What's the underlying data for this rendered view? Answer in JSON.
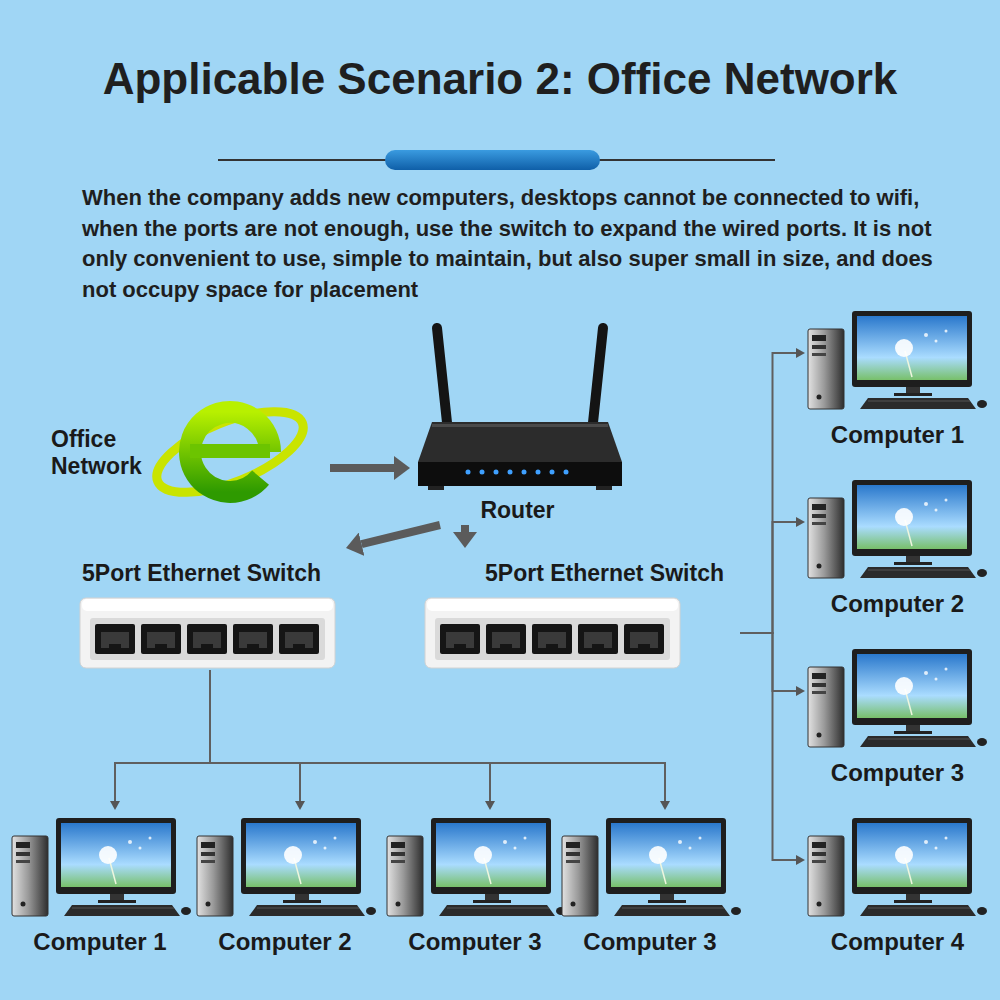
{
  "diagram": {
    "title": "Applicable Scenario 2: Office Network",
    "nodes": [
      {
        "text": [
          "Office Network"
        ]
      },
      {
        "text": [
          "Router"
        ]
      },
      {
        "text": [
          "5Port Ethernet Switch"
        ]
      },
      {
        "text": [
          "5Port Ethernet Switch"
        ]
      },
      {
        "text": [
          "Computer 1"
        ]
      },
      {
        "text": [
          "Computer 2"
        ]
      },
      {
        "text": [
          "Computer 3"
        ]
      },
      {
        "text": [
          "Computer 3"
        ]
      },
      {
        "text": [
          "Computer 1"
        ]
      },
      {
        "text": [
          "Computer 2"
        ]
      },
      {
        "text": [
          "Computer 3"
        ]
      },
      {
        "text": [
          "Computer 4"
        ]
      }
    ],
    "edges": [
      {
        "from": 0,
        "to": 1,
        "arrow": "to"
      },
      {
        "from": 1,
        "to": 2,
        "arrow": "to"
      },
      {
        "from": 1,
        "to": 3,
        "arrow": "to"
      },
      {
        "from": 2,
        "to": 4,
        "arrow": "to"
      },
      {
        "from": 2,
        "to": 5,
        "arrow": "to"
      },
      {
        "from": 2,
        "to": 6,
        "arrow": "to"
      },
      {
        "from": 2,
        "to": 7,
        "arrow": "to"
      },
      {
        "from": 3,
        "to": 8,
        "arrow": "to"
      },
      {
        "from": 3,
        "to": 9,
        "arrow": "to"
      },
      {
        "from": 3,
        "to": 10,
        "arrow": "to"
      },
      {
        "from": 3,
        "to": 11,
        "arrow": "to"
      }
    ],
    "labels": [
      "When the company adds new computers, desktops cannot be connected to wifi, when the ports are not enough, use the switch to expand the wired ports. It is not only convenient to use, simple to maintain, but also super small in size, and does not occupy space for placement"
    ]
  }
}
